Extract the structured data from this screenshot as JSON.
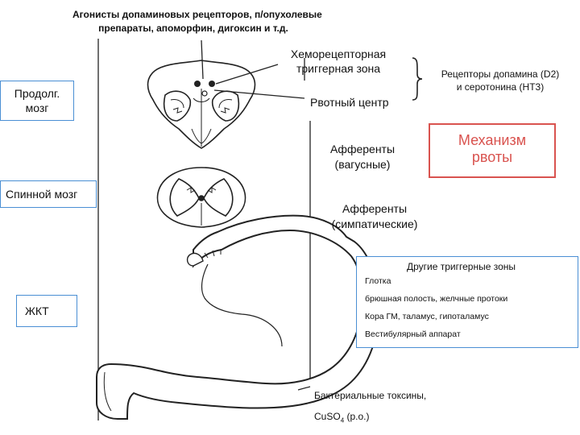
{
  "top_label": {
    "line1": "Агонисты допаминовых рецепторов, п/опухолевые",
    "line2": "препараты, апоморфин, дигоксин и т.д."
  },
  "chemo_zone": {
    "line1": "Хеморецепторная",
    "line2": "триггерная зона"
  },
  "receptors": {
    "line1": "Рецепторы допамина (D2)",
    "line2": "и серотонина (НТ3)"
  },
  "medulla": {
    "line1": "Продолг.",
    "line2": "мозг"
  },
  "vomiting_center": "Рвотный центр",
  "mechanism": {
    "line1": "Механизм",
    "line2": "рвоты"
  },
  "afferents_vagal": {
    "line1": "Афференты",
    "line2": "(вагусные)"
  },
  "spinal_cord": "Спинной мозг",
  "afferents_sympathetic": {
    "line1": "Афференты",
    "line2": "(симпатические)"
  },
  "other_zones": {
    "title": "Другие триггерные зоны",
    "items": [
      "Глотка",
      "брюшная полость, желчные протоки",
      "Кора ГМ,  таламус, гипоталамус",
      "Вестибулярный аппарат"
    ]
  },
  "gi_tract": "ЖКТ",
  "toxins": {
    "line1": "Бактериальные токсины,",
    "line2_main": "CuSO",
    "line2_sub": "4",
    "line2_rest": " (р.о.)"
  },
  "colors": {
    "box_border": "#4a8fd4",
    "accent_red": "#d9534f"
  }
}
